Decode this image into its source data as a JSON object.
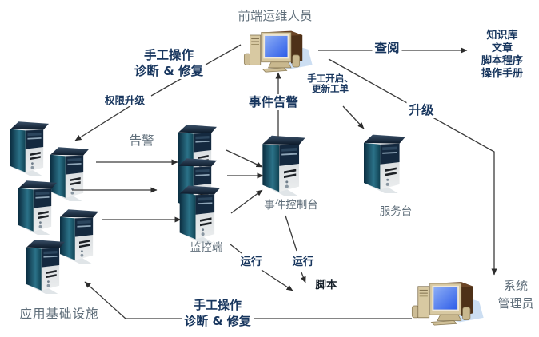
{
  "diagram": {
    "labels": {
      "frontend_operator": "前端运维人员",
      "knowledge_base": [
        "知识库",
        "文章",
        "脚本程序",
        "操作手册"
      ],
      "review": "查阅",
      "manual_ops_top": [
        "手工操作",
        "诊断 & 修复"
      ],
      "manual_ticket": [
        "手工开启、",
        "更新工单"
      ],
      "event_alarm": "事件告警",
      "escalate": "升级",
      "permission_escalation": "权限升级",
      "alarm": "告警",
      "monitor": "监控端",
      "event_console": "事件控制台",
      "service_desk": "服务台",
      "run_left": "运行",
      "run_right": "运行",
      "script": "脚本",
      "app_infrastructure": "应用基础设施",
      "manual_ops_bottom": [
        "手工操作",
        "诊断 & 修复"
      ],
      "sys_admin": [
        "系统",
        "管理员"
      ]
    },
    "icons": {
      "server": "server-tower-icon",
      "workstation": "desktop-computer-icon"
    },
    "colors": {
      "action_text": "#18365e",
      "node_text": "#5f6e7a",
      "connector_line": "#3c3c3c",
      "screen_blue": "#3a6cf0",
      "tower_side_teal": "#1b5e78",
      "tower_bezel": "#14293f",
      "monitor_beige": "#d8c9a2",
      "shadow_blue": "#c3d8f0"
    }
  }
}
